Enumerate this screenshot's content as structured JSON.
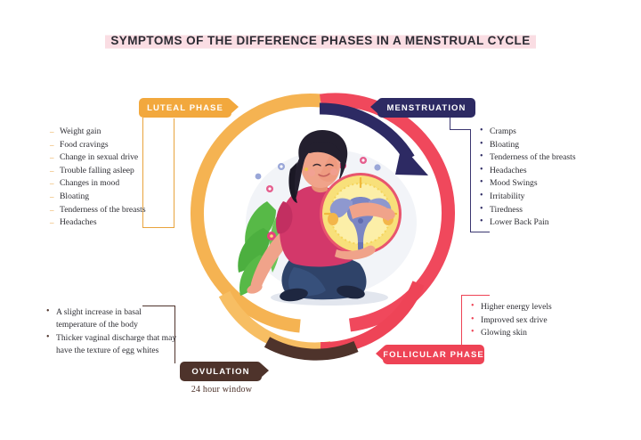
{
  "page": {
    "title": "SYMPTOMS OF THE DIFFERENCE PHASES IN A MENSTRUAL CYCLE",
    "background_color": "#ffffff",
    "title_highlight_color": "#fadde3"
  },
  "colors": {
    "luteal": "#F2A83D",
    "luteal_arc": "#F5B352",
    "menstruation": "#2D2A63",
    "menstruation_arrow": "#2D2A63",
    "ovulation": "#4E332B",
    "follicular": "#EE4355",
    "follicular_arc": "#F0485C",
    "text": "#2d2d33"
  },
  "phases": {
    "luteal": {
      "badge_label": "LUTEAL PHASE",
      "color": "#F2A83D",
      "symptoms": [
        "Weight gain",
        "Food cravings",
        "Change in sexual drive",
        "Trouble falling asleep",
        "Changes in mood",
        "Bloating",
        "Tenderness of the breasts",
        "Headaches"
      ]
    },
    "menstruation": {
      "badge_label": "MENSTRUATION",
      "color": "#2D2A63",
      "symptoms": [
        "Cramps",
        "Bloating",
        "Tenderness of the breasts",
        "Headaches",
        "Mood Swings",
        "Irritability",
        "Tiredness",
        "Lower Back Pain"
      ]
    },
    "ovulation": {
      "badge_label": "OVULATION",
      "caption": "24 hour window",
      "color": "#4E332B",
      "symptoms": [
        "A slight increase in basal temperature of the body",
        "Thicker vaginal discharge that may have the texture of egg whites"
      ]
    },
    "follicular": {
      "badge_label": "FOLLICULAR PHASE",
      "color": "#EE4355",
      "symptoms": [
        "Higher energy levels",
        "Improved sex drive",
        "Glowing skin"
      ]
    }
  },
  "illustration": {
    "description": "Seated woman holding a circular uterus diagram",
    "shirt_color": "#D3386A",
    "pants_color": "#2F4369",
    "hair_color": "#231F2E",
    "skin_color": "#F0A38A",
    "disc_color": "#F8E07A",
    "disc_ring_color": "#E8556E",
    "uterus_color": "#7B86C4",
    "leaf_color": "#57B947"
  }
}
